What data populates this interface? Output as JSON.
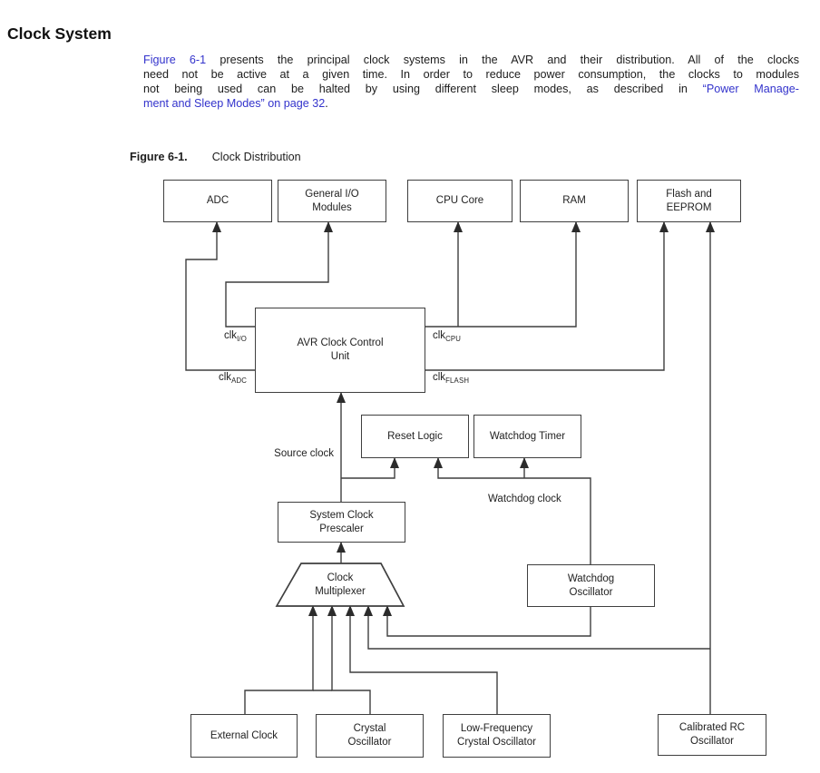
{
  "page": {
    "title": "Clock System"
  },
  "paragraph": {
    "lines": [
      [
        {
          "t": "Figure 6-1",
          "link": true
        },
        {
          "t": " presents the principal clock systems in the AVR and their distribution. All of the clocks",
          "link": false
        }
      ],
      [
        {
          "t": "need not be active at a given time. In order to reduce power consumption, the clocks to modules",
          "link": false
        }
      ],
      [
        {
          "t": "not being used can be halted by using different sleep modes, as described in ",
          "link": false
        },
        {
          "t": "“Power Manage-",
          "link": true
        }
      ],
      [
        {
          "t": "ment and Sleep Modes” on page 32",
          "link": true
        },
        {
          "t": ".",
          "link": false
        }
      ]
    ]
  },
  "caption": {
    "label": "Figure 6-1.",
    "text": "Clock Distribution"
  },
  "diagram": {
    "boxes": {
      "adc": {
        "label": "ADC"
      },
      "gio": {
        "label": "General I/O Modules"
      },
      "cpu": {
        "label": "CPU Core"
      },
      "ram": {
        "label": "RAM"
      },
      "flash": {
        "label": "Flash and EEPROM"
      },
      "ccu": {
        "label": "AVR Clock Control Unit"
      },
      "reset": {
        "label": "Reset Logic"
      },
      "wdt": {
        "label": "Watchdog Timer"
      },
      "prescaler": {
        "label": "System Clock Prescaler"
      },
      "mux": {
        "label": "Clock Multiplexer"
      },
      "wdosc": {
        "label": "Watchdog Oscillator"
      },
      "ext": {
        "label": "External Clock"
      },
      "xtal": {
        "label": "Crystal Oscillator"
      },
      "lfxtal": {
        "label": "Low-Frequency Crystal Oscillator"
      },
      "rc": {
        "label": "Calibrated RC Oscillator"
      }
    },
    "clock_signals": {
      "io": {
        "base": "clk",
        "sub": "I/O"
      },
      "adc": {
        "base": "clk",
        "sub": "ADC"
      },
      "cpu": {
        "base": "clk",
        "sub": "CPU"
      },
      "flash": {
        "base": "clk",
        "sub": "FLASH"
      }
    },
    "annotations": {
      "source_clock": "Source clock",
      "watchdog_clock": "Watchdog clock"
    }
  },
  "colors": {
    "link_blue": "#3333cc",
    "diagram_line": "#3f3f3f",
    "text": "#1c1c1c"
  }
}
